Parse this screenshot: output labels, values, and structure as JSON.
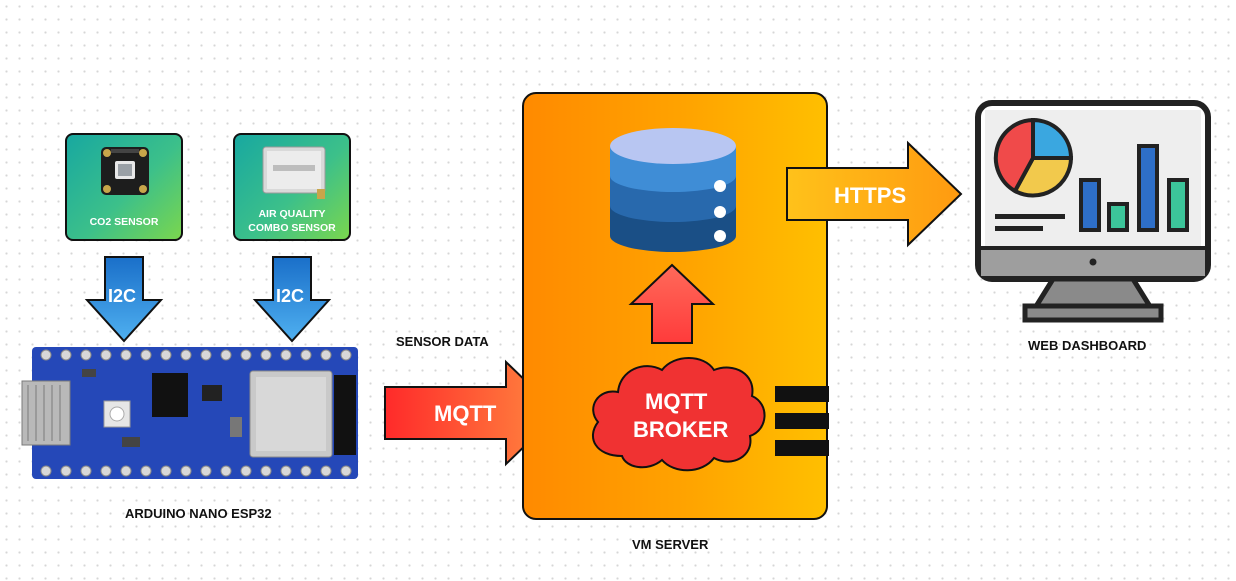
{
  "sensors": {
    "co2": {
      "label": "CO2 SENSOR"
    },
    "air_quality": {
      "label_line1": "AIR QUALITY",
      "label_line2": "COMBO SENSOR"
    }
  },
  "connections": {
    "i2c_left": "I2C",
    "i2c_right": "I2C",
    "sensor_data": "SENSOR DATA",
    "mqtt": "MQTT",
    "https": "HTTPS"
  },
  "board": {
    "label": "ARDUINO NANO ESP32"
  },
  "server": {
    "label": "VM SERVER",
    "broker_line1": "MQTT",
    "broker_line2": "BROKER"
  },
  "dashboard": {
    "label": "WEB DASHBOARD"
  },
  "colors": {
    "sensor_card": "#3cc08a",
    "arrow_blue": "#3a8fd8",
    "arrow_red": "#ff3b30",
    "vm_orange": "#ffa400",
    "database_blue": "#2c6fb5",
    "cloud_red": "#f03232",
    "board_blue": "#2548b8"
  },
  "icons": {
    "database": "database-icon",
    "cloud": "cloud-icon",
    "monitor": "monitor-dashboard-icon",
    "chip": "sensor-chip-icon"
  }
}
